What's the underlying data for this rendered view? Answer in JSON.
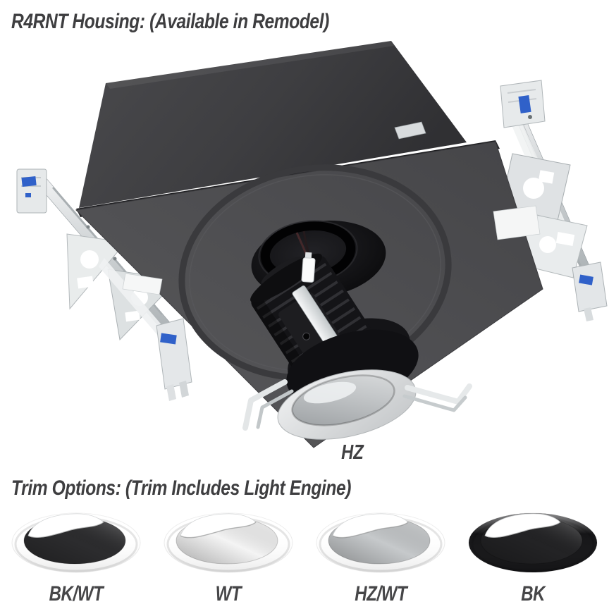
{
  "housing_section": {
    "heading": "R4RNT Housing: (Available in Remodel)",
    "product_label": "HZ",
    "housing_color": "#414144",
    "plate_color": "#4e4e51",
    "bracket_color": "#d9dcde",
    "clip_color": "#3061c9"
  },
  "trim_section": {
    "heading": "Trim Options: (Trim Includes Light Engine)",
    "trims": [
      {
        "label": "BK/WT",
        "flange": "#ffffff",
        "cone": "#2c2c2e"
      },
      {
        "label": "WT",
        "flange": "#ffffff",
        "cone": "#f4f4f4"
      },
      {
        "label": "HZ/WT",
        "flange": "#ffffff",
        "cone": "#c6c9cb"
      },
      {
        "label": "BK",
        "flange": "#151517",
        "cone": "#232325"
      }
    ]
  }
}
